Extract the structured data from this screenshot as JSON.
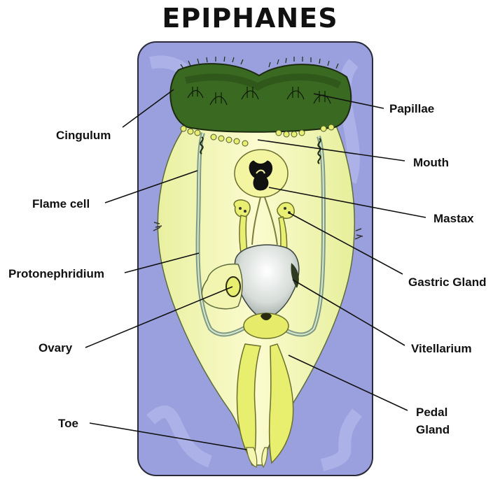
{
  "title": "EPIPHANES",
  "labels": {
    "papillae": "Papillae",
    "cingulum": "Cingulum",
    "mouth": "Mouth",
    "flame_cell": "Flame cell",
    "mastax": "Mastax",
    "protonephridium": "Protonephridium",
    "gastric_gland": "Gastric Gland",
    "ovary": "Ovary",
    "vitellarium": "Vitellarium",
    "pedal_gland_line1": "Pedal",
    "pedal_gland_line2": "Gland",
    "toe": "Toe"
  },
  "colors": {
    "background_panel": "#9a9fe0",
    "body": "#f6f7b8",
    "corona": "#2f5a1c",
    "organs": "#e8ee70",
    "duct": "#7f9a86"
  }
}
